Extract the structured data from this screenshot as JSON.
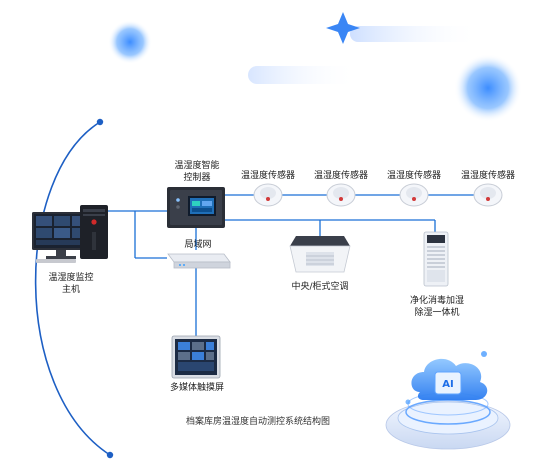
{
  "labels": {
    "controller_line1": "温湿度智能",
    "controller_line2": "控制器",
    "sensor_1": "温湿度传感器",
    "sensor_2": "温湿度传感器",
    "sensor_3": "温湿度传感器",
    "sensor_4": "温湿度传感器",
    "lan": "局域网",
    "host_line1": "温湿度监控",
    "host_line2": "主机",
    "aircon": "中央/柜式空调",
    "purifier_line1": "净化消毒加湿",
    "purifier_line2": "除湿一体机",
    "touchscreen": "多媒体触摸屏",
    "ai_badge": "AI"
  },
  "caption": "档案库房温湿度自动测控系统结构图",
  "colors": {
    "line": "#1a6fd6",
    "arc": "#1d5fc4",
    "accent_glow": "#4a9cff"
  }
}
